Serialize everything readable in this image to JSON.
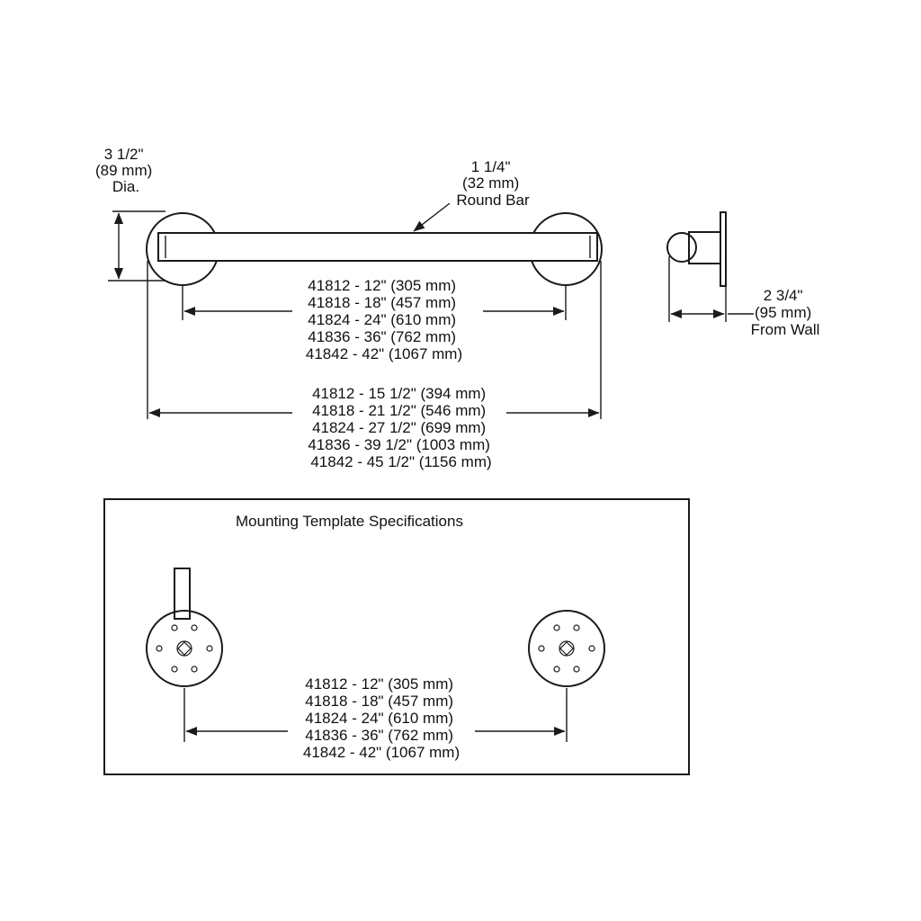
{
  "dia_label": [
    "3 1/2\"",
    "(89 mm)",
    "Dia."
  ],
  "bar_label": [
    "1 1/4\"",
    "(32 mm)",
    "Round Bar"
  ],
  "wall_label": [
    "2 3/4\"",
    "(95 mm)",
    "From Wall"
  ],
  "center_lengths": [
    "41812 - 12\" (305 mm)",
    "41818 - 18\" (457 mm)",
    "41824 - 24\" (610 mm)",
    "41836 - 36\" (762 mm)",
    "41842 - 42\" (1067 mm)"
  ],
  "overall_lengths": [
    "41812 - 15 1/2\" (394 mm)",
    "41818 - 21 1/2\" (546 mm)",
    "41824 - 27 1/2\" (699 mm)",
    "41836 - 39 1/2\" (1003 mm)",
    "41842 - 45 1/2\" (1156 mm)"
  ],
  "template": {
    "title": "Mounting Template Specifications",
    "lengths": [
      "41812 - 12\" (305 mm)",
      "41818 - 18\" (457 mm)",
      "41824 - 24\" (610 mm)",
      "41836 - 36\" (762 mm)",
      "41842 - 42\" (1067 mm)"
    ]
  }
}
